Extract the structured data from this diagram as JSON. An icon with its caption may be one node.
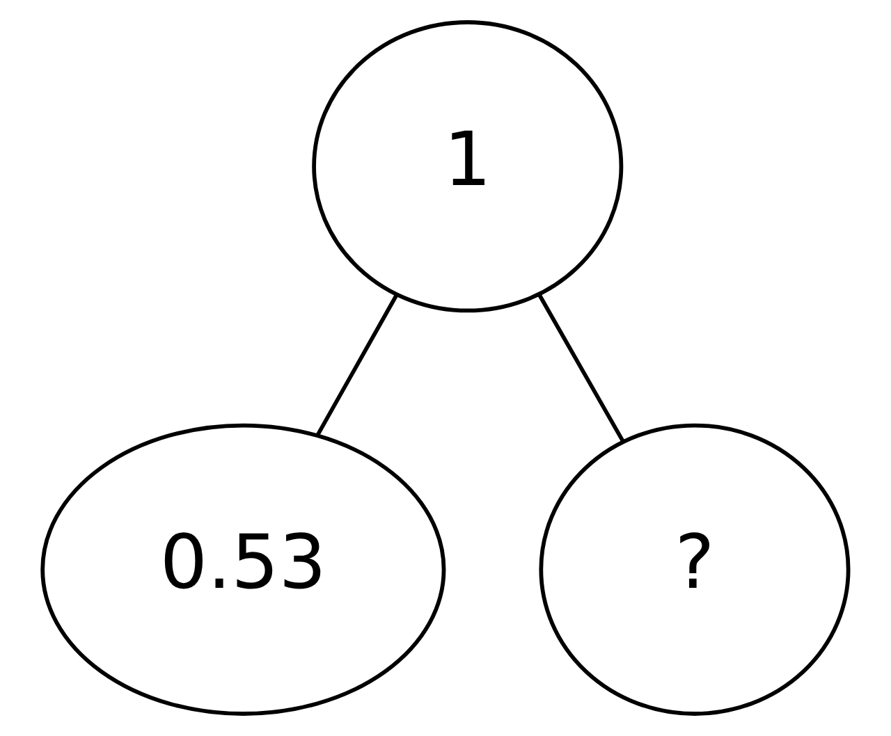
{
  "diagram": {
    "nodes": [
      {
        "text": [
          "1"
        ]
      },
      {
        "text": [
          "0.53"
        ]
      },
      {
        "text": [
          "?"
        ]
      }
    ],
    "edges": [
      {
        "from": 0,
        "to": 1,
        "arrow": "none"
      },
      {
        "from": 0,
        "to": 2,
        "arrow": "none"
      }
    ]
  }
}
